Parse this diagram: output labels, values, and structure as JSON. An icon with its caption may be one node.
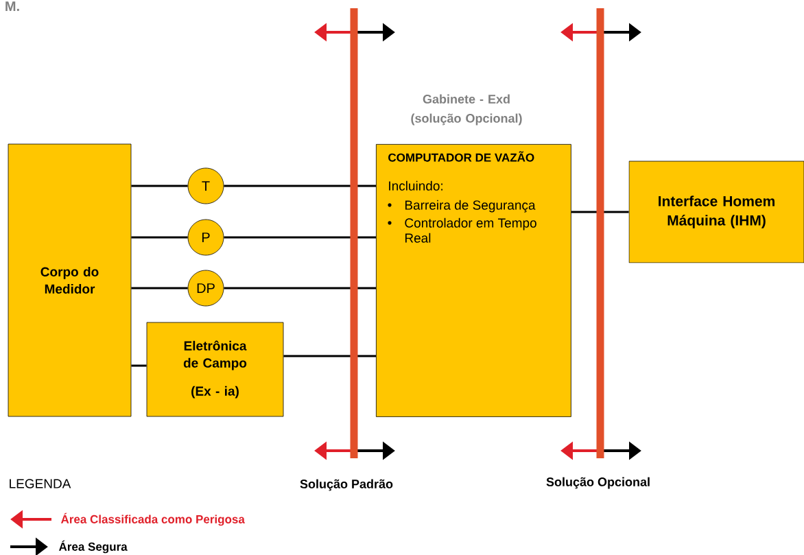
{
  "diagram": {
    "nodes": [
      {
        "text": [
          "Corpo do Medidor"
        ]
      },
      {
        "text": [
          "T"
        ]
      },
      {
        "text": [
          "P"
        ]
      },
      {
        "text": [
          "DP"
        ]
      },
      {
        "text": [
          "Eletrônica de Campo",
          "(Ex - ia)"
        ]
      },
      {
        "text": [
          "Gabinete - Exd (solução Opcional)",
          "COMPUTADOR DE VAZÃO",
          "Incluindo:",
          "Barreira de Segurança",
          "Controlador em Tempo Real"
        ]
      },
      {
        "text": [
          "Interface Homem Máquina (IHM)"
        ]
      }
    ],
    "edges": [
      {
        "from": 0,
        "to": 1,
        "arrow": "none"
      },
      {
        "from": 1,
        "to": 5,
        "arrow": "none"
      },
      {
        "from": 0,
        "to": 2,
        "arrow": "none"
      },
      {
        "from": 2,
        "to": 5,
        "arrow": "none"
      },
      {
        "from": 0,
        "to": 3,
        "arrow": "none"
      },
      {
        "from": 3,
        "to": 5,
        "arrow": "none"
      },
      {
        "from": 0,
        "to": 4,
        "arrow": "none"
      },
      {
        "from": 4,
        "to": 5,
        "arrow": "none"
      },
      {
        "from": 5,
        "to": 6,
        "arrow": "none"
      }
    ],
    "labels": [
      "M.",
      "LEGENDA",
      "Solução Padrão",
      "Solução Opcional"
    ],
    "legend": [
      {
        "text": "Área Classificada como Perigosa"
      },
      {
        "text": "Área Segura"
      }
    ]
  }
}
